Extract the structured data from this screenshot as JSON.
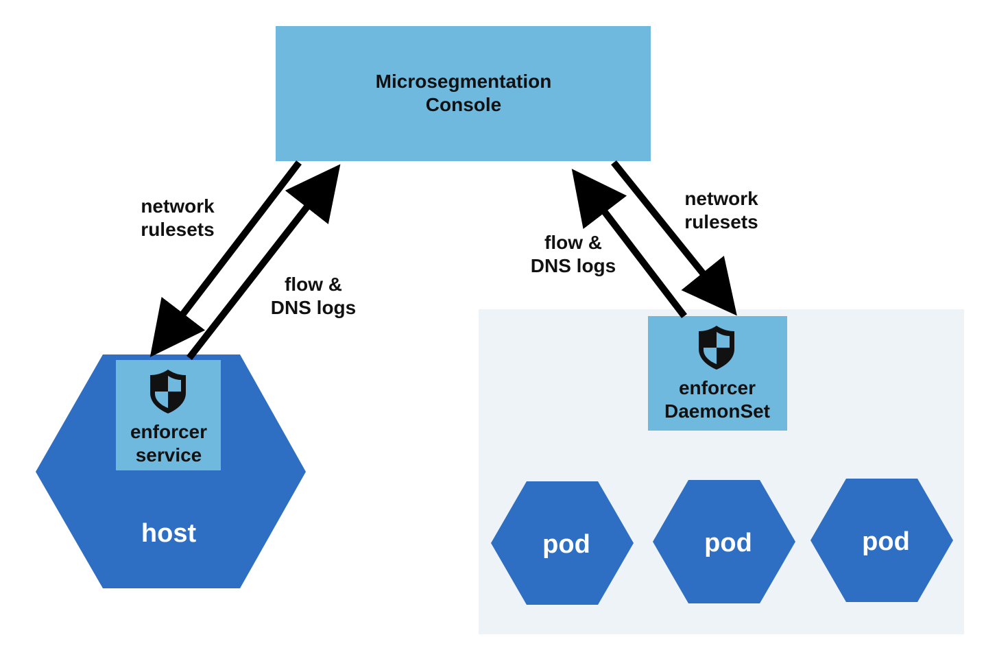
{
  "colors": {
    "console_fill": "#6fb9de",
    "enforcer_fill": "#6fb9de",
    "hex_fill": "#2e6fc4",
    "cluster_bg": "#eef3f7",
    "arrow": "#000000",
    "text_dark": "#111111",
    "text_light": "#ffffff"
  },
  "console": {
    "line1": "Microsegmentation",
    "line2": "Console"
  },
  "left": {
    "ruleset_label": {
      "line1": "network",
      "line2": "rulesets"
    },
    "logs_label": {
      "line1": "flow &",
      "line2": "DNS logs"
    },
    "enforcer": {
      "icon": "shield-icon",
      "line1": "enforcer",
      "line2": "service"
    },
    "host_label": "host"
  },
  "right": {
    "ruleset_label": {
      "line1": "network",
      "line2": "rulesets"
    },
    "logs_label": {
      "line1": "flow &",
      "line2": "DNS logs"
    },
    "enforcer": {
      "icon": "shield-icon",
      "line1": "enforcer",
      "line2": "DaemonSet"
    },
    "pods": [
      "pod",
      "pod",
      "pod"
    ]
  }
}
